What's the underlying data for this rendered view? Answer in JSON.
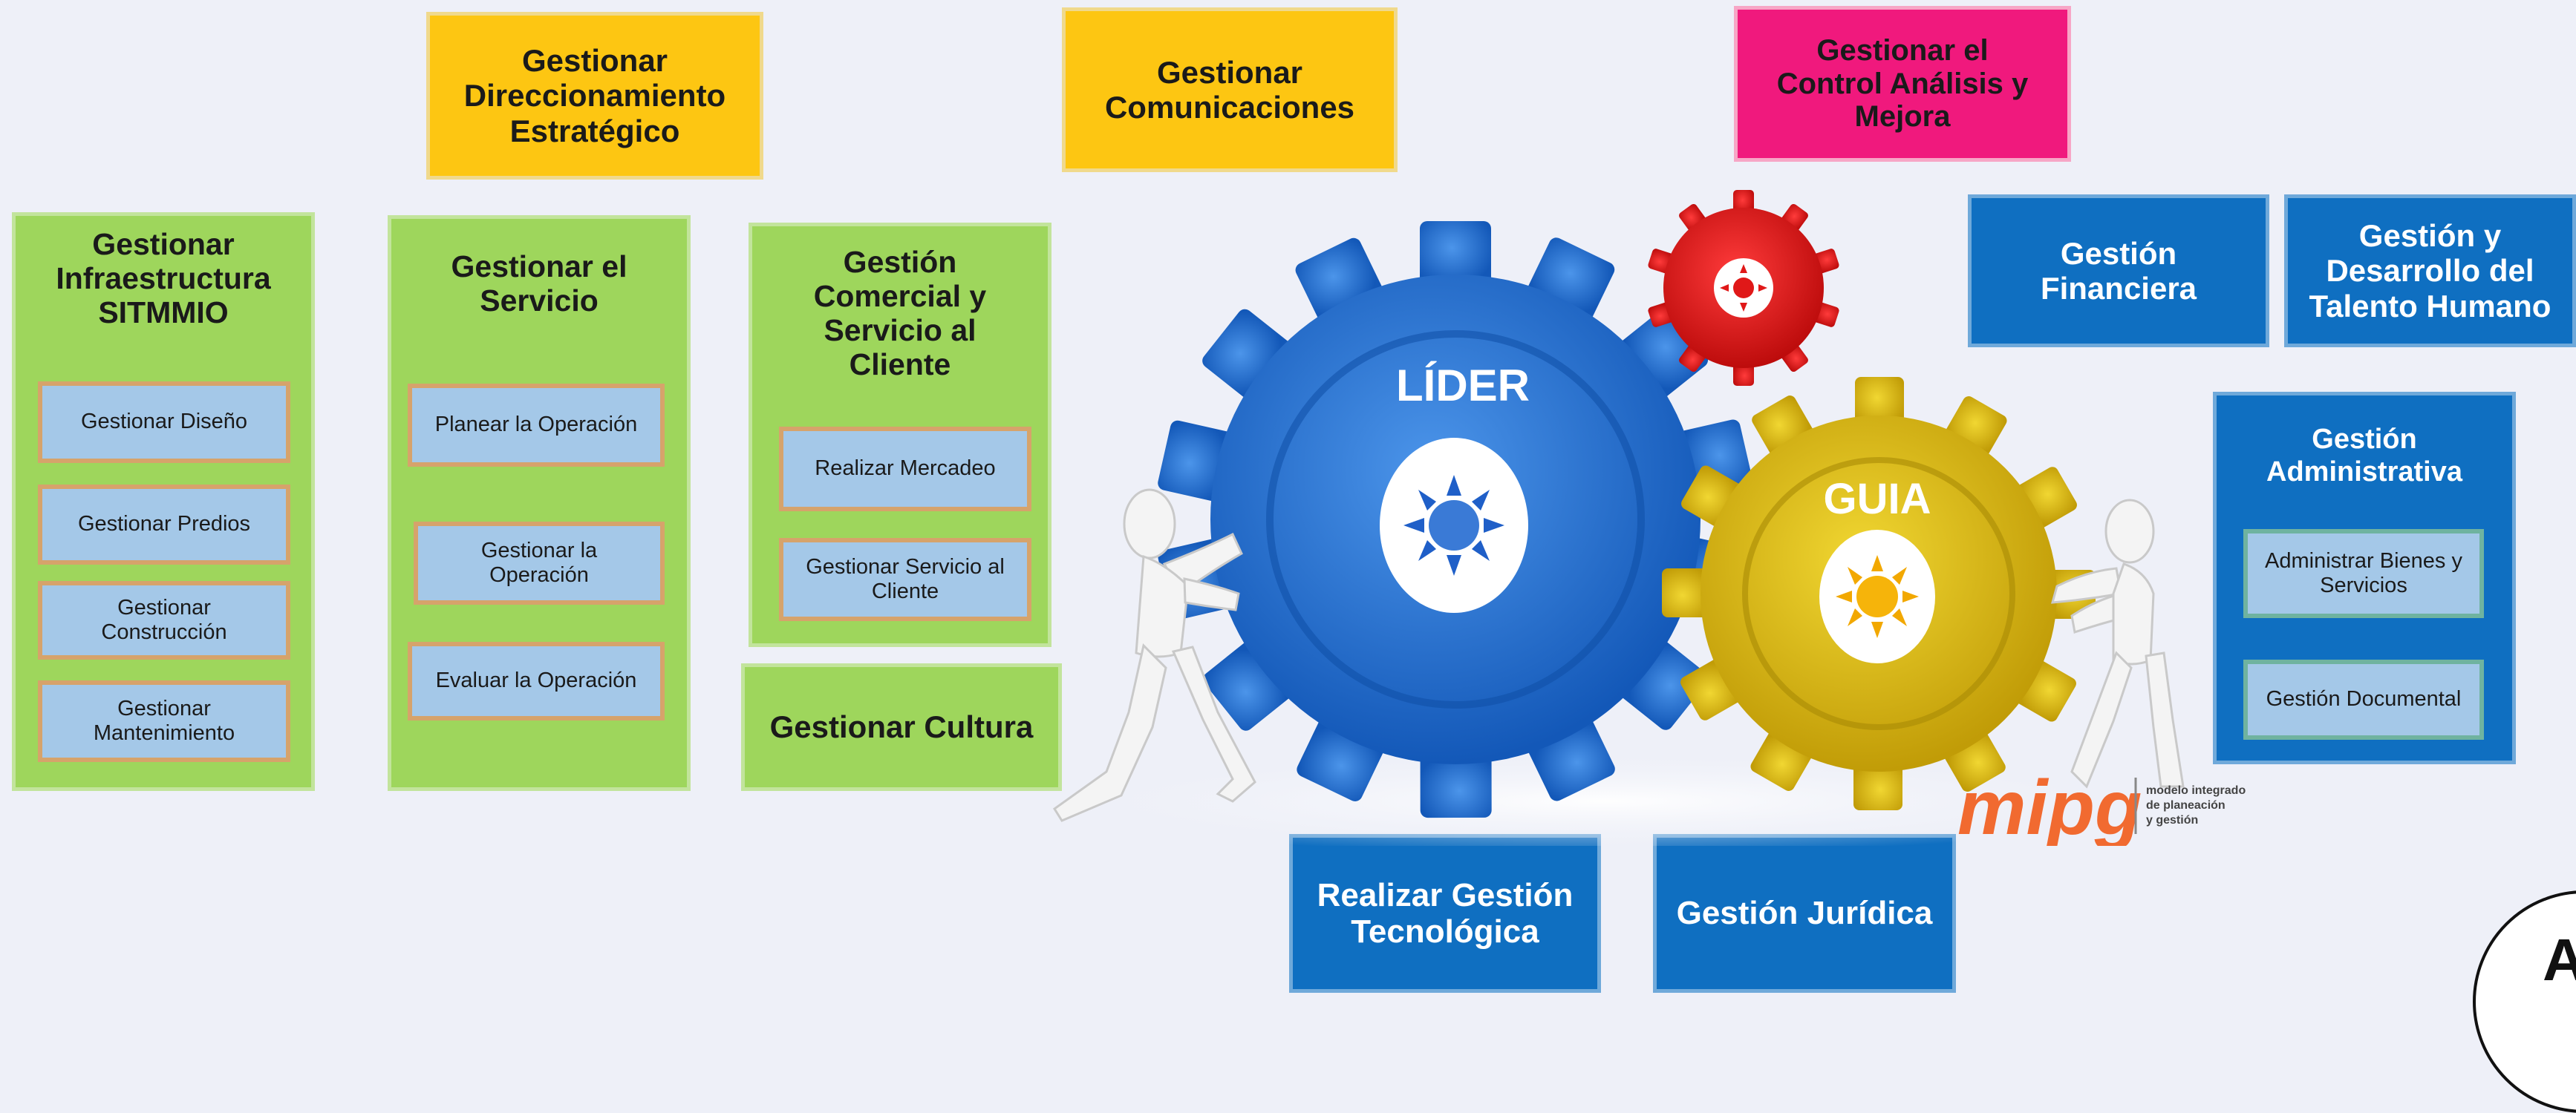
{
  "top": {
    "direccionamiento": "Gestionar\nDireccionamiento\nEstratégico",
    "comunicaciones": "Gestionar\nComunicaciones",
    "control": "Gestionar el\nControl Análisis y\nMejora"
  },
  "infraestructura": {
    "title": "Gestionar\nInfraestructura\nSITMMIO",
    "items": [
      "Gestionar Diseño",
      "Gestionar Predios",
      "Gestionar\nConstrucción",
      "Gestionar\nMantenimiento"
    ]
  },
  "servicio": {
    "title": "Gestionar el\nServicio",
    "items": [
      "Planear la Operación",
      "Gestionar la\nOperación",
      "Evaluar la Operación"
    ]
  },
  "comercial": {
    "title": "Gestión\nComercial y\nServicio al\nCliente",
    "items": [
      "Realizar Mercadeo",
      "Gestionar Servicio al\nCliente"
    ]
  },
  "cultura": "Gestionar Cultura",
  "financiera": "Gestión\nFinanciera",
  "talento": "Gestión y\nDesarrollo del\nTalento Humano",
  "administrativa": {
    "title": "Gestión\nAdministrativa",
    "items": [
      "Administrar Bienes y\nServicios",
      "Gestión Documental"
    ]
  },
  "bottom": {
    "tecnologica": "Realizar Gestión\nTecnológica",
    "juridica": "Gestión Jurídica"
  },
  "gears": {
    "lider": "LÍDER",
    "guia": "GUIA"
  },
  "logo": {
    "mark": "mipg",
    "tagline": "modelo integrado\nde planeación\ny gestión"
  },
  "corner_letter": "A",
  "colors": {
    "yellow": "#fdc612",
    "pink": "#f0197d",
    "green": "#9ed65c",
    "blue": "#0f6fc1",
    "gear_blue": "#1d6fd1",
    "gear_yellow": "#d4b512",
    "gear_red": "#e01818"
  }
}
